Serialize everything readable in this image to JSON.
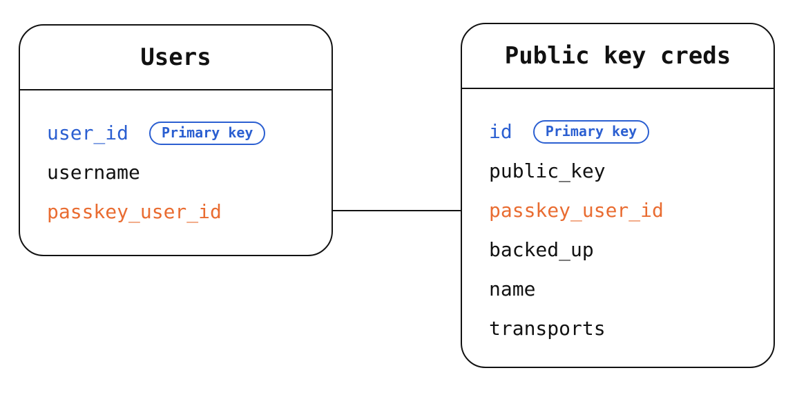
{
  "diagram": {
    "colors": {
      "primary_key_blue": "#2B5FD1",
      "foreign_key_orange": "#E96C31",
      "text_black": "#111111",
      "line_black": "#111111",
      "background": "#FFFFFF"
    },
    "tables": [
      {
        "title": "Users",
        "columns": [
          {
            "name": "user_id",
            "role": "primary-key",
            "badge": "Primary key"
          },
          {
            "name": "username",
            "role": "normal"
          },
          {
            "name": "passkey_user_id",
            "role": "foreign-key"
          }
        ]
      },
      {
        "title": "Public key creds",
        "columns": [
          {
            "name": "id",
            "role": "primary-key",
            "badge": "Primary key"
          },
          {
            "name": "public_key",
            "role": "normal"
          },
          {
            "name": "passkey_user_id",
            "role": "foreign-key"
          },
          {
            "name": "backed_up",
            "role": "normal"
          },
          {
            "name": "name",
            "role": "normal"
          },
          {
            "name": "transports",
            "role": "normal"
          }
        ]
      }
    ],
    "relationship": {
      "from_table": "Users",
      "from_column": "passkey_user_id",
      "to_table": "Public key creds",
      "to_column": "passkey_user_id"
    }
  }
}
